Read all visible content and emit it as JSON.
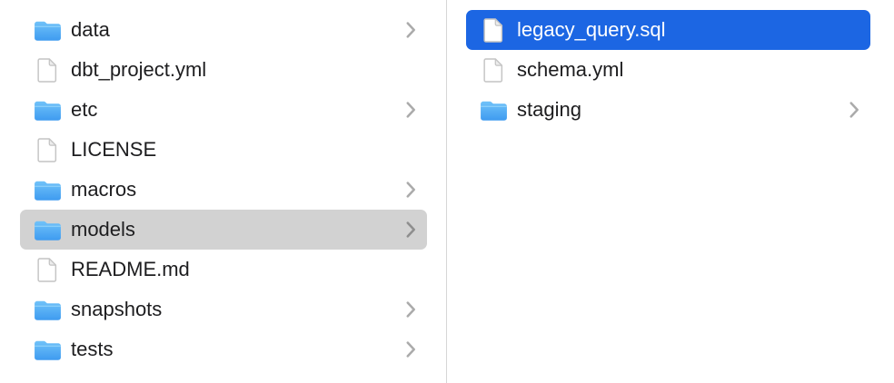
{
  "window": {
    "type": "finder-column-view"
  },
  "colors": {
    "selection_blue": "#1c66e3",
    "selection_gray": "#d2d2d2",
    "folder_top": "#70c2f9",
    "folder_bottom": "#3e9bf0",
    "folder_strip": "#8ed2fa",
    "chevron": "#ababab",
    "divider": "#d6d6d6",
    "text": "#1d1d1f",
    "selected_text": "#ffffff"
  },
  "columns": [
    {
      "id": "left",
      "items": [
        {
          "label": "data",
          "type": "folder",
          "chevron": true,
          "selected": "none"
        },
        {
          "label": "dbt_project.yml",
          "type": "file",
          "chevron": false,
          "selected": "none"
        },
        {
          "label": "etc",
          "type": "folder",
          "chevron": true,
          "selected": "none"
        },
        {
          "label": "LICENSE",
          "type": "file",
          "chevron": false,
          "selected": "none"
        },
        {
          "label": "macros",
          "type": "folder",
          "chevron": true,
          "selected": "none"
        },
        {
          "label": "models",
          "type": "folder",
          "chevron": true,
          "selected": "gray"
        },
        {
          "label": "README.md",
          "type": "file",
          "chevron": false,
          "selected": "none"
        },
        {
          "label": "snapshots",
          "type": "folder",
          "chevron": true,
          "selected": "none"
        },
        {
          "label": "tests",
          "type": "folder",
          "chevron": true,
          "selected": "none"
        }
      ]
    },
    {
      "id": "right",
      "items": [
        {
          "label": "legacy_query.sql",
          "type": "file",
          "chevron": false,
          "selected": "blue"
        },
        {
          "label": "schema.yml",
          "type": "file",
          "chevron": false,
          "selected": "none"
        },
        {
          "label": "staging",
          "type": "folder",
          "chevron": true,
          "selected": "none"
        }
      ]
    }
  ]
}
